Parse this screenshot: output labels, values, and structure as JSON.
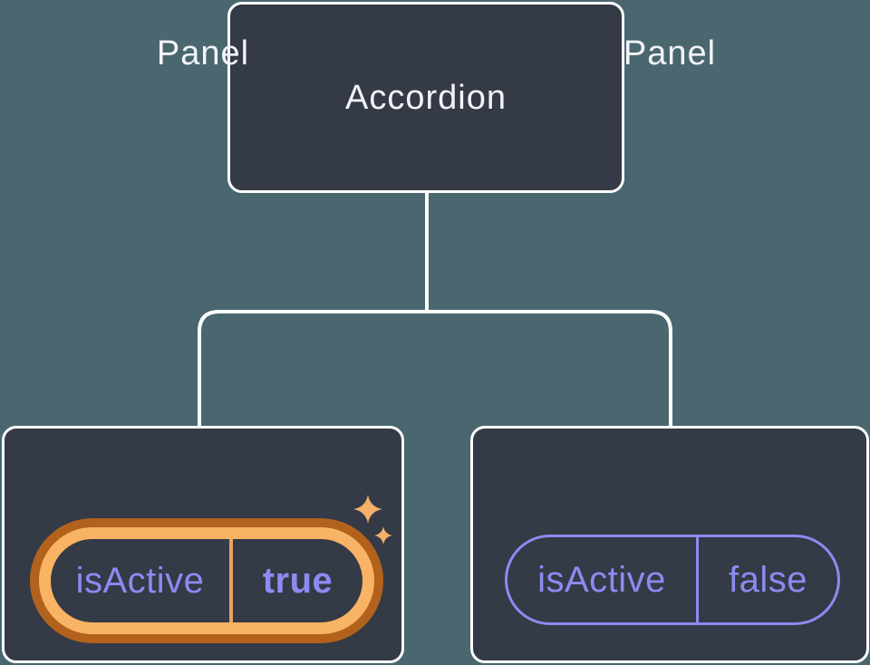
{
  "diagram": {
    "root": {
      "label": "Accordion"
    },
    "panels": [
      {
        "label": "Panel",
        "state_name": "isActive",
        "state_value": "true",
        "highlighted": true
      },
      {
        "label": "Panel",
        "state_name": "isActive",
        "state_value": "false",
        "highlighted": false
      }
    ]
  },
  "icons": [
    {
      "name": "sparkle-large-icon",
      "meaning": "state-just-set sparkle"
    },
    {
      "name": "sparkle-small-icon",
      "meaning": "state-just-set sparkle"
    }
  ],
  "colors": {
    "background": "#4a6770",
    "node_fill": "#343a46",
    "node_border": "#ffffff",
    "connector": "#ffffff",
    "title_text": "#f2f3f7",
    "state_purple": "#8c8bf1",
    "highlight_gold": "#f9b364",
    "highlight_outline": "#b2621c",
    "highlight_divider": "#e9a45f",
    "sparkle_gold": "#f6b168"
  }
}
